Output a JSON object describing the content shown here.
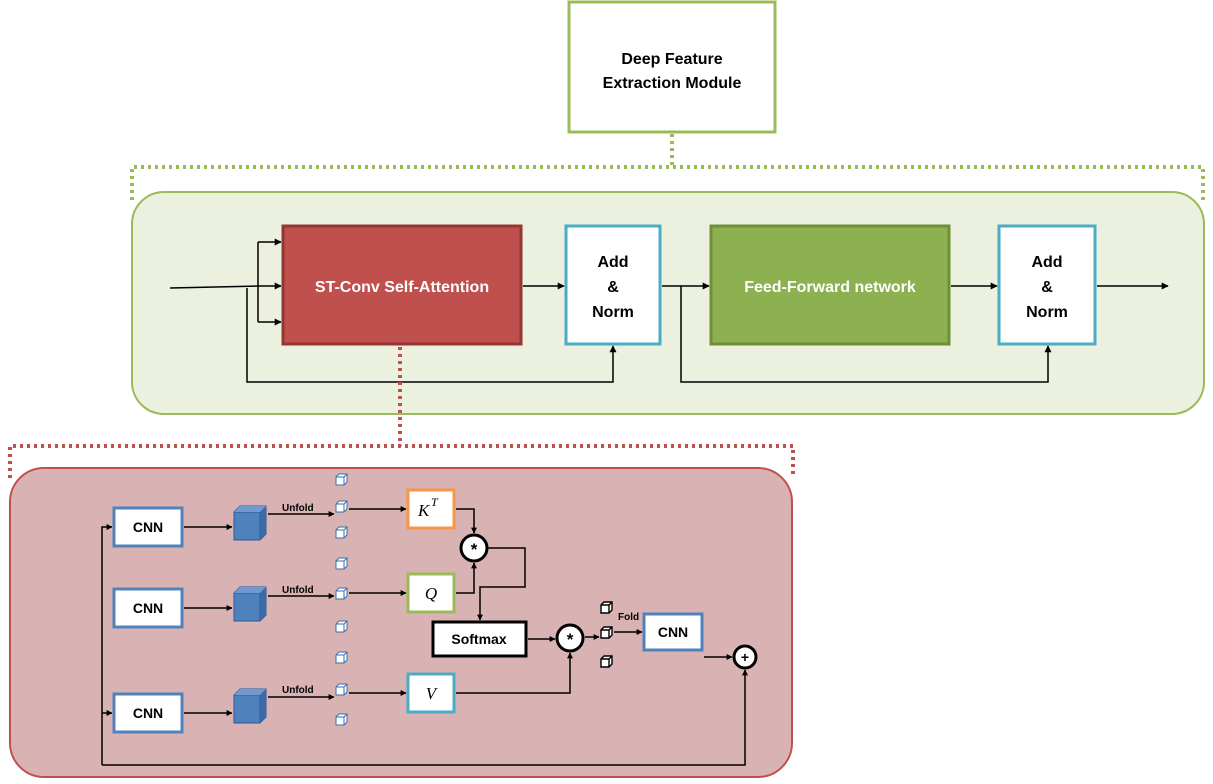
{
  "header": {
    "line1": "Deep Feature",
    "line2": "Extraction Module"
  },
  "encoder": {
    "attention_label": "ST-Conv Self-Attention",
    "add_norm_1": [
      "Add",
      "&",
      "Norm"
    ],
    "ffn_label": "Feed-Forward network",
    "add_norm_2": [
      "Add",
      "&",
      "Norm"
    ]
  },
  "attention_detail": {
    "cnn_k": "CNN",
    "cnn_q": "CNN",
    "cnn_v": "CNN",
    "cnn_out": "CNN",
    "unfold_k": "Unfold",
    "unfold_q": "Unfold",
    "unfold_v": "Unfold",
    "fold": "Fold",
    "k_symbol": "K",
    "k_superscript": "T",
    "q_symbol": "Q",
    "v_symbol": "V",
    "softmax": "Softmax",
    "multiply_1": "*",
    "multiply_2": "*",
    "add": "+"
  },
  "colors": {
    "green_border": "#9bbb59",
    "green_panel": "#ebf1de",
    "red_fill": "#c0504d",
    "red_border": "#943634",
    "pink_panel": "#d9b3b4",
    "blue_border": "#4bacc6",
    "cnn_border": "#4f81bd",
    "orange_border": "#f79646",
    "green_fill": "#8db050",
    "cube_blue": "#4f81bd"
  }
}
